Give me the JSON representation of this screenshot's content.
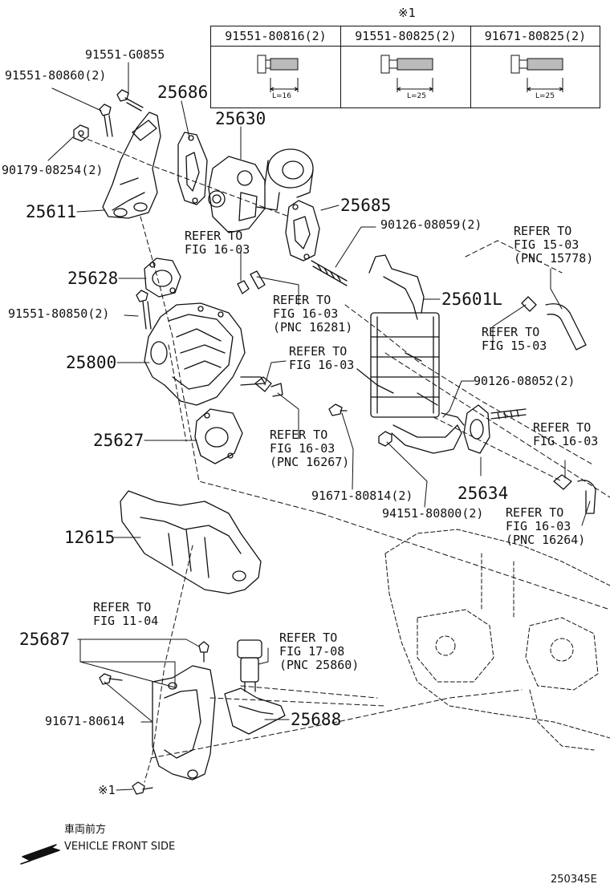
{
  "footnote_mark": "※1",
  "fastener_table": [
    {
      "part": "91551-80816(2)",
      "length": "L=16"
    },
    {
      "part": "91551-80825(2)",
      "length": "L=25"
    },
    {
      "part": "91671-80825(2)",
      "length": "L=25"
    }
  ],
  "pnc_labels": {
    "p25686": "25686",
    "p25630": "25630",
    "p25611": "25611",
    "p25685": "25685",
    "p25628": "25628",
    "p25601L": "25601L",
    "p25800": "25800",
    "p25627": "25627",
    "p25634": "25634",
    "p12615": "12615",
    "p25687": "25687",
    "p25688": "25688"
  },
  "part_labels": {
    "g0855": "91551-G0855",
    "b80860": "91551-80860(2)",
    "n90179": "90179-08254(2)",
    "s90126_059": "90126-08059(2)",
    "b80850": "91551-80850(2)",
    "s90126_052": "90126-08052(2)",
    "b80814": "91671-80814(2)",
    "n94151": "94151-80800(2)",
    "b80614": "91671-80614",
    "footnote_bolt": "※1"
  },
  "refer_labels": {
    "r1603a": [
      "REFER TO",
      "FIG 16-03"
    ],
    "r1603_16281": [
      "REFER TO",
      "FIG 16-03",
      "(PNC 16281)"
    ],
    "r1503_15778": [
      "REFER TO",
      "FIG 15-03",
      "(PNC 15778)"
    ],
    "r1503": [
      "REFER TO",
      "FIG 15-03"
    ],
    "r1603b": [
      "REFER TO",
      "FIG 16-03"
    ],
    "r1603_16267": [
      "REFER TO",
      "FIG 16-03",
      "(PNC 16267)"
    ],
    "r1603c": [
      "REFER TO",
      "FIG 16-03"
    ],
    "r1603_16264": [
      "REFER TO",
      "FIG 16-03",
      "(PNC 16264)"
    ],
    "r1104": [
      "REFER TO",
      "FIG 11-04"
    ],
    "r1708_25860": [
      "REFER TO",
      "FIG 17-08",
      "(PNC 25860)"
    ]
  },
  "front_note": {
    "jp": "車両前方",
    "en": "VEHICLE FRONT SIDE"
  },
  "figure_code": "250345E"
}
